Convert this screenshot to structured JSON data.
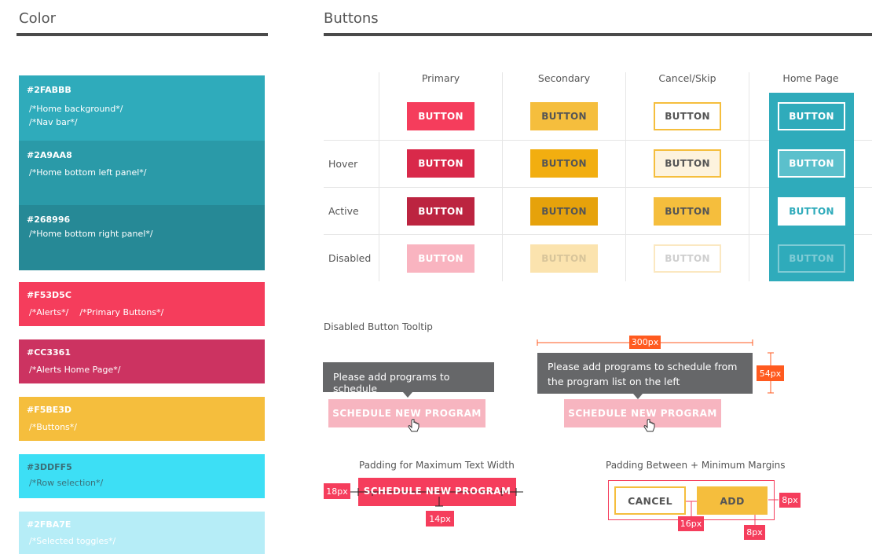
{
  "color_section": {
    "title": "Color",
    "swatches": [
      {
        "hex": "#2FABBB",
        "comment1": "/*Home background*/",
        "comment2": "/*Nav bar*/",
        "color": "#2FABBB"
      },
      {
        "hex": "#2A9AA8",
        "comment1": "/*Home bottom left panel*/",
        "color": "#2A9AA8"
      },
      {
        "hex": "#268996",
        "comment1": "/*Home bottom right panel*/",
        "color": "#268996"
      },
      {
        "hex": "#F53D5C",
        "comment1": "/*Alerts*/    /*Primary Buttons*/",
        "color": "#F53D5C"
      },
      {
        "hex": "#CC3361",
        "comment1": "/*Alerts Home Page*/",
        "color": "#CC3361"
      },
      {
        "hex": "#F5BE3D",
        "comment1": "/*Buttons*/",
        "color": "#F5BE3D"
      },
      {
        "hex": "#3DDFF5",
        "comment1": "/*Row selection*/",
        "color": "#3DDFF5"
      },
      {
        "hex": "#2FBA7E",
        "comment1": "/*Selected toggles*/",
        "color": "#B6EDF7"
      }
    ]
  },
  "buttons_section": {
    "title": "Buttons",
    "columns": [
      "Primary",
      "Secondary",
      "Cancel/Skip",
      "Home Page"
    ],
    "rows": [
      "Hover",
      "Active",
      "Disabled"
    ],
    "button_label": "BUTTON"
  },
  "tooltip_section": {
    "title": "Disabled Button Tooltip",
    "tooltip_short": "Please add programs to schedule",
    "tooltip_long": "Please add programs to schedule from the program list on the left",
    "schedule_label": "SCHEDULE NEW PROGRAM",
    "width_label": "300px",
    "height_label": "54px"
  },
  "padding_section": {
    "max_width_title": "Padding for Maximum Text Width",
    "schedule_label": "SCHEDULE NEW PROGRAM",
    "pad_h_label": "18px",
    "pad_v_label": "14px",
    "between_title": "Padding Between + Minimum Margins",
    "cancel_label": "CANCEL",
    "add_label": "ADD",
    "gap_label": "16px",
    "margin_right_label": "8px",
    "margin_bottom_label": "8px"
  },
  "colors": {
    "primary": "#F53D5C",
    "primary_hover": "#D9294A",
    "primary_active": "#BC2440",
    "primary_disabled": "#F9B4C0",
    "secondary": "#F5BE3D",
    "secondary_hover": "#F2AE10",
    "secondary_active": "#E6A20B",
    "secondary_disabled": "#FBE3AE",
    "teal": "#2FABBB",
    "annotation_orange": "#FF5A1F"
  }
}
